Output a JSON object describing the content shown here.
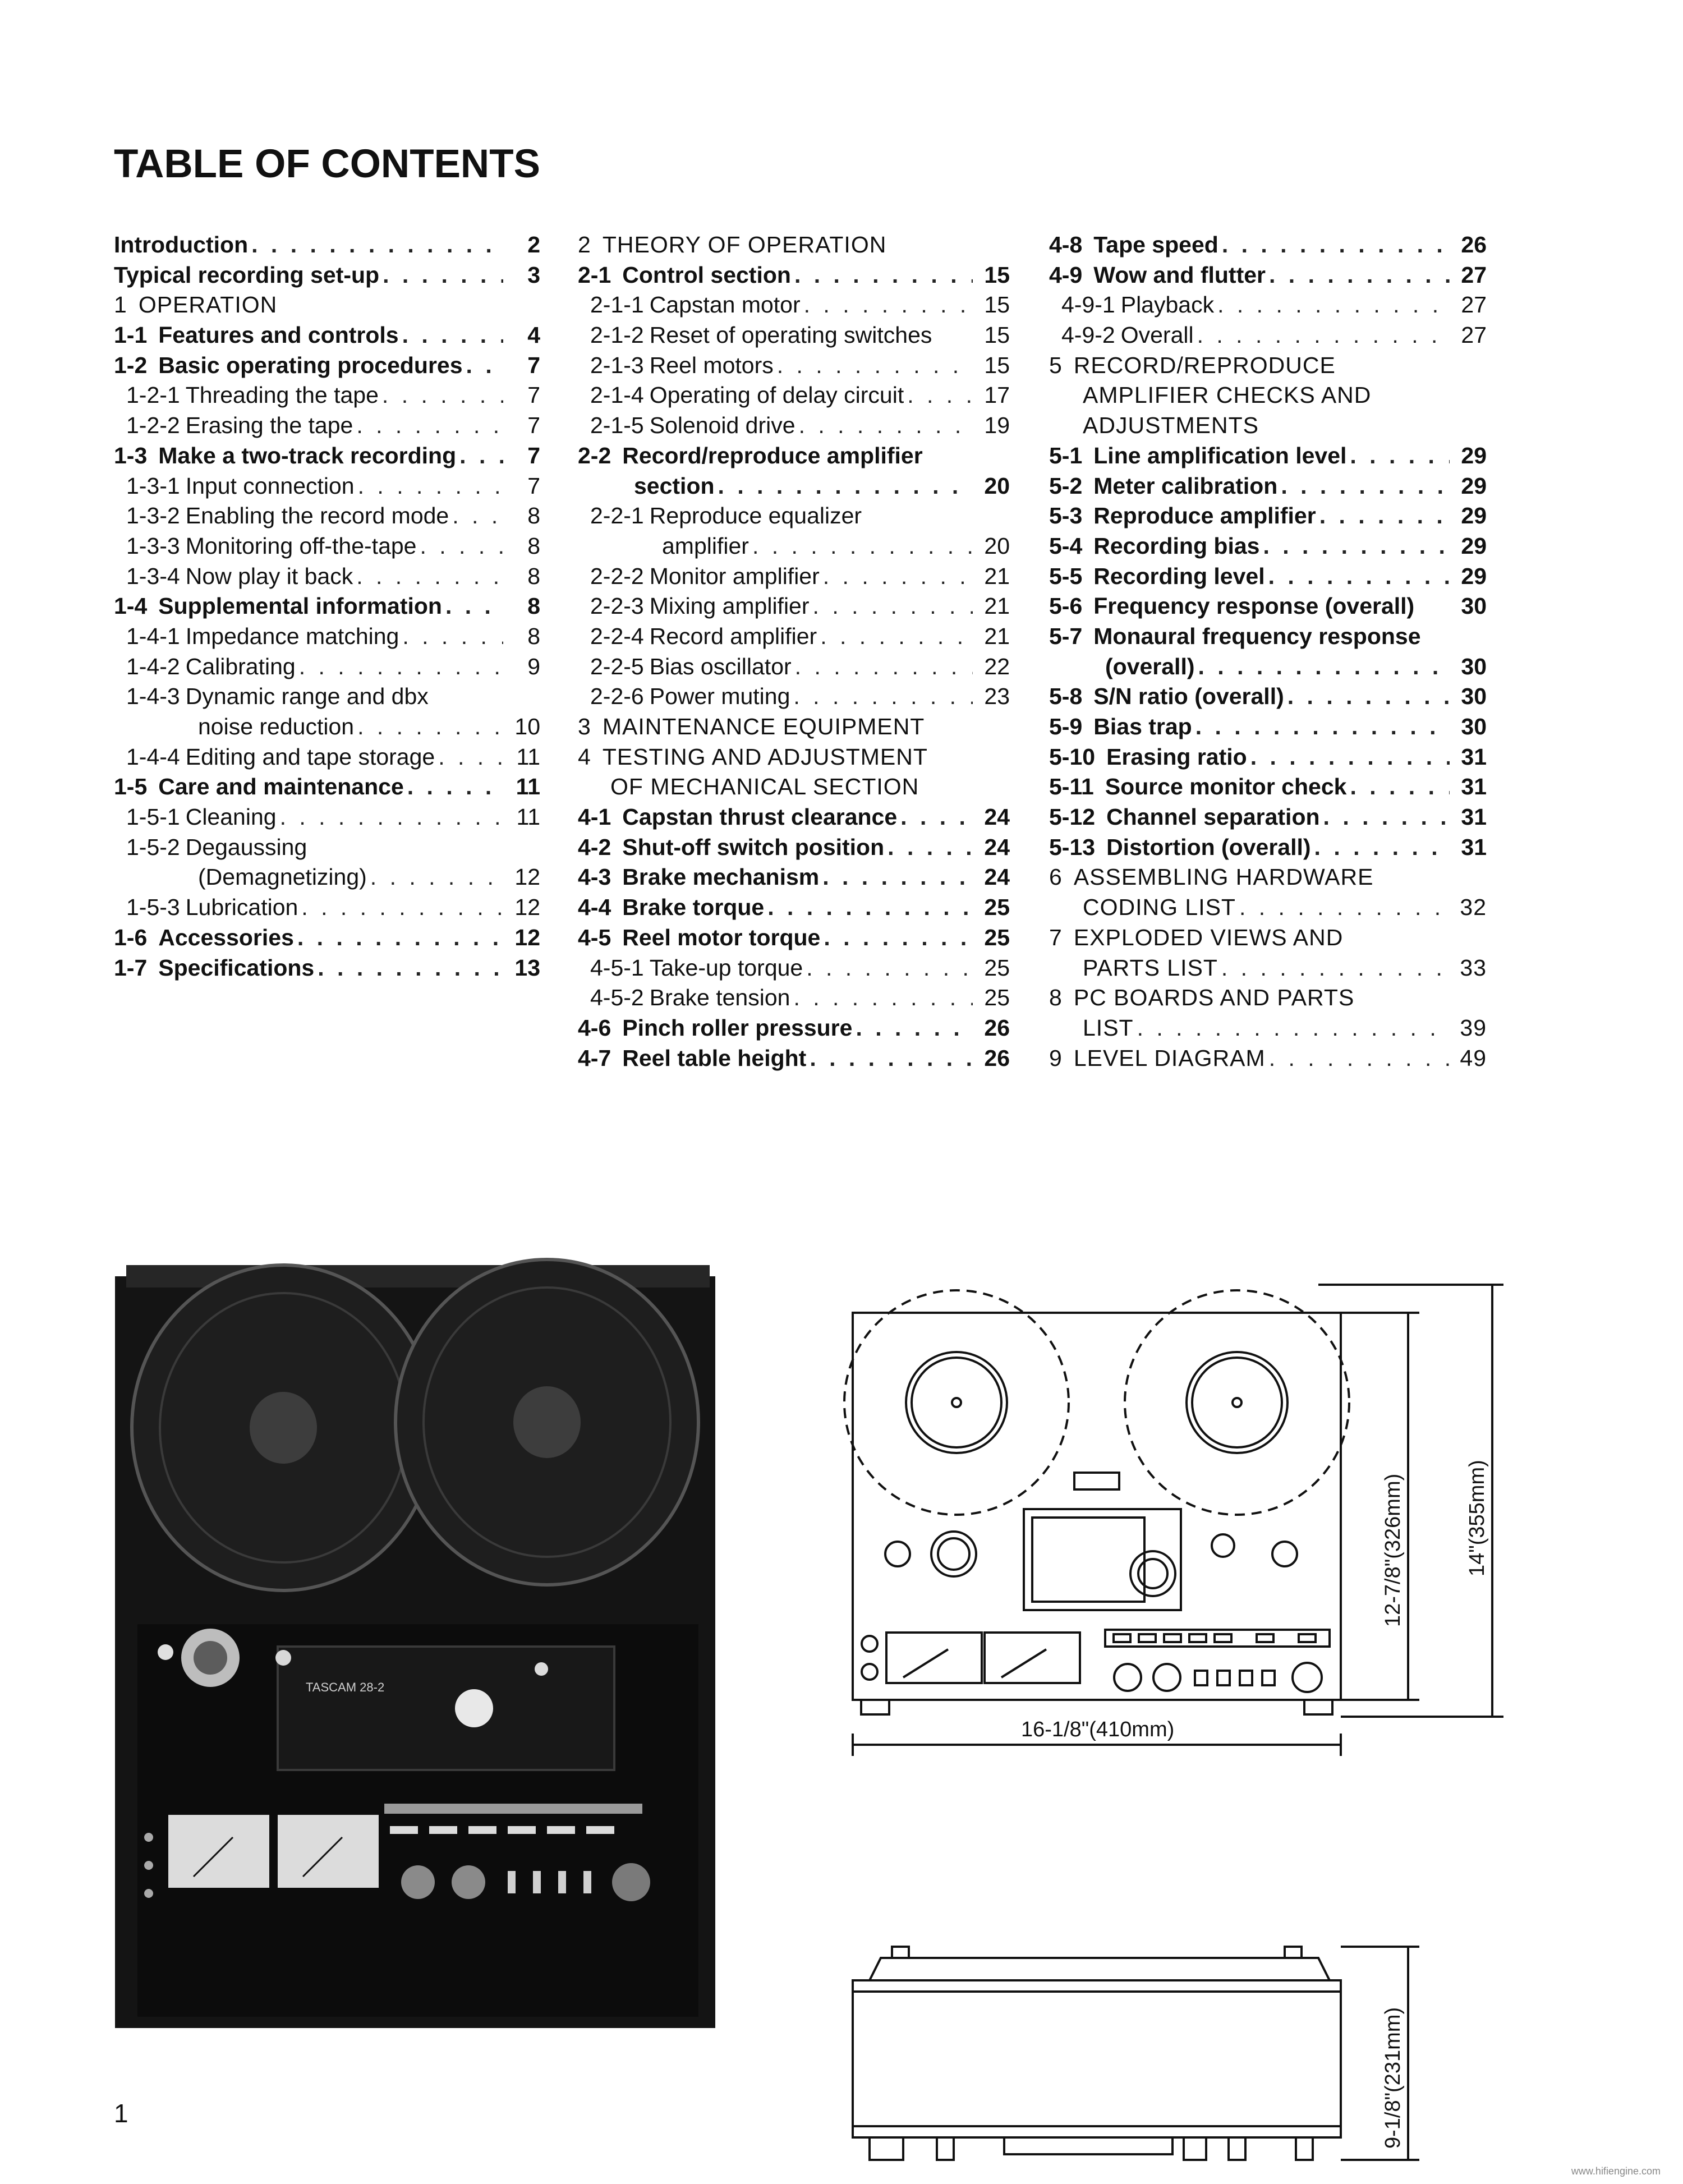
{
  "page": {
    "title": "TABLE OF CONTENTS",
    "folio": "1",
    "watermark": "www.hifiengine.com"
  },
  "toc": {
    "col1": [
      {
        "num": "",
        "title": "Introduction",
        "page": "2",
        "style": "bold"
      },
      {
        "num": "",
        "title": "Typical recording set-up",
        "page": "3",
        "style": "bold"
      },
      {
        "num": "1",
        "title": "OPERATION",
        "page": "",
        "style": "chapter"
      },
      {
        "num": "1-1",
        "title": "Features and controls",
        "page": "4",
        "style": "bold"
      },
      {
        "num": "1-2",
        "title": "Basic operating procedures",
        "page": "7",
        "style": "bold"
      },
      {
        "num": "1-2-1",
        "title": "Threading the tape",
        "page": "7",
        "style": "sub"
      },
      {
        "num": "1-2-2",
        "title": "Erasing the tape",
        "page": "7",
        "style": "sub"
      },
      {
        "num": "1-3",
        "title": "Make a two-track recording",
        "page": "7",
        "style": "bold"
      },
      {
        "num": "1-3-1",
        "title": "Input connection",
        "page": "7",
        "style": "sub"
      },
      {
        "num": "1-3-2",
        "title": "Enabling the record mode",
        "page": "8",
        "style": "sub"
      },
      {
        "num": "1-3-3",
        "title": "Monitoring off-the-tape",
        "page": "8",
        "style": "sub"
      },
      {
        "num": "1-3-4",
        "title": "Now play it back",
        "page": "8",
        "style": "sub"
      },
      {
        "num": "1-4",
        "title": "Supplemental information",
        "page": "8",
        "style": "bold"
      },
      {
        "num": "1-4-1",
        "title": "Impedance matching",
        "page": "8",
        "style": "sub"
      },
      {
        "num": "1-4-2",
        "title": "Calibrating",
        "page": "9",
        "style": "sub"
      },
      {
        "num": "1-4-3",
        "title": "Dynamic range and dbx",
        "page": "",
        "style": "subcont"
      },
      {
        "num": "",
        "title": "noise reduction",
        "page": "10",
        "style": "subwrap"
      },
      {
        "num": "1-4-4",
        "title": "Editing and tape storage",
        "page": "11",
        "style": "sub"
      },
      {
        "num": "1-5",
        "title": "Care and maintenance",
        "page": "11",
        "style": "bold"
      },
      {
        "num": "1-5-1",
        "title": "Cleaning",
        "page": "11",
        "style": "sub"
      },
      {
        "num": "1-5-2",
        "title": "Degaussing",
        "page": "",
        "style": "subcont"
      },
      {
        "num": "",
        "title": "(Demagnetizing)",
        "page": "12",
        "style": "subwrap"
      },
      {
        "num": "1-5-3",
        "title": "Lubrication",
        "page": "12",
        "style": "sub"
      },
      {
        "num": "1-6",
        "title": "Accessories",
        "page": "12",
        "style": "bold"
      },
      {
        "num": "1-7",
        "title": "Specifications",
        "page": "13",
        "style": "bold"
      }
    ],
    "col2": [
      {
        "num": "2",
        "title": "THEORY OF OPERATION",
        "page": "",
        "style": "chapter"
      },
      {
        "num": "2-1",
        "title": "Control section",
        "page": "15",
        "style": "bold"
      },
      {
        "num": "2-1-1",
        "title": "Capstan motor",
        "page": "15",
        "style": "sub"
      },
      {
        "num": "2-1-2",
        "title": "Reset of operating switches",
        "page": "15",
        "style": "subnodots"
      },
      {
        "num": "2-1-3",
        "title": "Reel motors",
        "page": "15",
        "style": "sub"
      },
      {
        "num": "2-1-4",
        "title": "Operating of delay circuit",
        "page": "17",
        "style": "sub"
      },
      {
        "num": "2-1-5",
        "title": "Solenoid drive",
        "page": "19",
        "style": "sub"
      },
      {
        "num": "2-2",
        "title": "Record/reproduce amplifier",
        "page": "",
        "style": "boldcont"
      },
      {
        "num": "",
        "title": "section",
        "page": "20",
        "style": "boldwrap"
      },
      {
        "num": "2-2-1",
        "title": "Reproduce equalizer",
        "page": "",
        "style": "subcont"
      },
      {
        "num": "",
        "title": "amplifier",
        "page": "20",
        "style": "subwrap"
      },
      {
        "num": "2-2-2",
        "title": "Monitor amplifier",
        "page": "21",
        "style": "sub"
      },
      {
        "num": "2-2-3",
        "title": "Mixing amplifier",
        "page": "21",
        "style": "sub"
      },
      {
        "num": "2-2-4",
        "title": "Record amplifier",
        "page": "21",
        "style": "sub"
      },
      {
        "num": "2-2-5",
        "title": "Bias oscillator",
        "page": "22",
        "style": "sub"
      },
      {
        "num": "2-2-6",
        "title": "Power muting",
        "page": "23",
        "style": "sub"
      },
      {
        "num": "3",
        "title": "MAINTENANCE EQUIPMENT",
        "page": "",
        "style": "chapter"
      },
      {
        "num": "4",
        "title": "TESTING AND ADJUSTMENT",
        "page": "",
        "style": "chapter"
      },
      {
        "num": "",
        "title": "OF MECHANICAL SECTION",
        "page": "",
        "style": "chapterwrap"
      },
      {
        "num": "4-1",
        "title": "Capstan thrust clearance",
        "page": "24",
        "style": "bold"
      },
      {
        "num": "4-2",
        "title": "Shut-off switch position",
        "page": "24",
        "style": "bold"
      },
      {
        "num": "4-3",
        "title": "Brake mechanism",
        "page": "24",
        "style": "bold"
      },
      {
        "num": "4-4",
        "title": "Brake torque",
        "page": "25",
        "style": "bold"
      },
      {
        "num": "4-5",
        "title": "Reel motor torque",
        "page": "25",
        "style": "bold"
      },
      {
        "num": "4-5-1",
        "title": "Take-up torque",
        "page": "25",
        "style": "sub"
      },
      {
        "num": "4-5-2",
        "title": "Brake tension",
        "page": "25",
        "style": "sub"
      },
      {
        "num": "4-6",
        "title": "Pinch roller pressure",
        "page": "26",
        "style": "bold"
      },
      {
        "num": "4-7",
        "title": "Reel table height",
        "page": "26",
        "style": "bold"
      }
    ],
    "col3": [
      {
        "num": "4-8",
        "title": "Tape speed",
        "page": "26",
        "style": "bold"
      },
      {
        "num": "4-9",
        "title": "Wow and flutter",
        "page": "27",
        "style": "bold"
      },
      {
        "num": "4-9-1",
        "title": "Playback",
        "page": "27",
        "style": "sub"
      },
      {
        "num": "4-9-2",
        "title": "Overall",
        "page": "27",
        "style": "sub"
      },
      {
        "num": "5",
        "title": "RECORD/REPRODUCE",
        "page": "",
        "style": "chapter"
      },
      {
        "num": "",
        "title": "AMPLIFIER CHECKS AND",
        "page": "",
        "style": "chapterwrap"
      },
      {
        "num": "",
        "title": "ADJUSTMENTS",
        "page": "",
        "style": "chapterwrap"
      },
      {
        "num": "5-1",
        "title": "Line amplification level",
        "page": "29",
        "style": "bold"
      },
      {
        "num": "5-2",
        "title": "Meter calibration",
        "page": "29",
        "style": "bold"
      },
      {
        "num": "5-3",
        "title": "Reproduce amplifier",
        "page": "29",
        "style": "bold"
      },
      {
        "num": "5-4",
        "title": "Recording bias",
        "page": "29",
        "style": "bold"
      },
      {
        "num": "5-5",
        "title": "Recording level",
        "page": "29",
        "style": "bold"
      },
      {
        "num": "5-6",
        "title": "Frequency response (overall)",
        "page": "30",
        "style": "boldnodots"
      },
      {
        "num": "5-7",
        "title": "Monaural frequency response",
        "page": "",
        "style": "boldcont"
      },
      {
        "num": "",
        "title": "(overall)",
        "page": "30",
        "style": "boldwrap"
      },
      {
        "num": "5-8",
        "title": "S/N ratio (overall)",
        "page": "30",
        "style": "bold"
      },
      {
        "num": "5-9",
        "title": "Bias trap",
        "page": "30",
        "style": "bold"
      },
      {
        "num": "5-10",
        "title": "Erasing ratio",
        "page": "31",
        "style": "bold"
      },
      {
        "num": "5-11",
        "title": "Source monitor check",
        "page": "31",
        "style": "bold"
      },
      {
        "num": "5-12",
        "title": "Channel separation",
        "page": "31",
        "style": "bold"
      },
      {
        "num": "5-13",
        "title": "Distortion (overall)",
        "page": "31",
        "style": "bold"
      },
      {
        "num": "6",
        "title": "ASSEMBLING HARDWARE",
        "page": "",
        "style": "chapter"
      },
      {
        "num": "",
        "title": "CODING LIST",
        "page": "32",
        "style": "chapterwrapdots"
      },
      {
        "num": "7",
        "title": "EXPLODED VIEWS AND",
        "page": "",
        "style": "chapter"
      },
      {
        "num": "",
        "title": "PARTS LIST",
        "page": "33",
        "style": "chapterwrapdots"
      },
      {
        "num": "8",
        "title": "PC BOARDS AND PARTS",
        "page": "",
        "style": "chapter"
      },
      {
        "num": "",
        "title": "LIST",
        "page": "39",
        "style": "chapterwrapdots"
      },
      {
        "num": "9",
        "title": "LEVEL DIAGRAM",
        "page": "49",
        "style": "chapterdots"
      }
    ]
  },
  "figures": {
    "photo_brand": "TASCAM 28-2",
    "width_dim": "16-1/8\"(410mm)",
    "height_dim_1": "12-7/8\"(326mm)",
    "height_dim_2": "14\"(355mm)",
    "depth_dim": "9-1/8\"(231mm)"
  }
}
